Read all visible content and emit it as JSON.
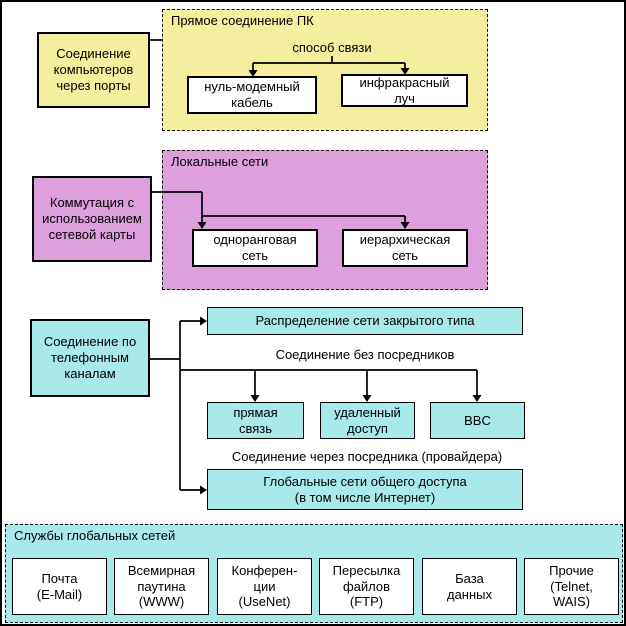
{
  "diagram": {
    "direct_connection": {
      "title": "Прямое соединение ПК",
      "source_box": "Соединение\nкомпьютеров\nчерез порты",
      "branch_label": "способ связи",
      "options": [
        "нуль-модемный\nкабель",
        "инфракрасный\nлуч"
      ]
    },
    "local_networks": {
      "title": "Локальные сети",
      "source_box": "Коммутация с\nиспользованием\nсетевой карты",
      "options": [
        "одноранговая\nсеть",
        "иерархическая\nсеть"
      ]
    },
    "phone_connection": {
      "source_box": "Соединение по\nтелефонным\nканалам",
      "closed_network": "Распределение сети закрытого типа",
      "direct_label": "Соединение без посредников",
      "direct_options": [
        "прямая\nсвязь",
        "удаленный\nдоступ",
        "BBC"
      ],
      "provider_label": "Соединение через посредника (провайдера)",
      "global_network": "Глобальные сети общего доступа\n(в том числе Интернет)"
    },
    "global_services": {
      "title": "Службы глобальных сетей",
      "services": [
        "Почта\n(E-Mail)",
        "Всемирная\nпаутина\n(WWW)",
        "Конферен-\nции\n(UseNet)",
        "Пересылка\nфайлов\n(FTP)",
        "База\nданных",
        "Прочие\n(Telnet,\nWAIS)"
      ]
    },
    "colors": {
      "yellow": "#F4EF9F",
      "pink": "#DDA0DD",
      "cyan": "#A8E9E9",
      "white": "#FFFFFF",
      "line": "#000000"
    }
  }
}
